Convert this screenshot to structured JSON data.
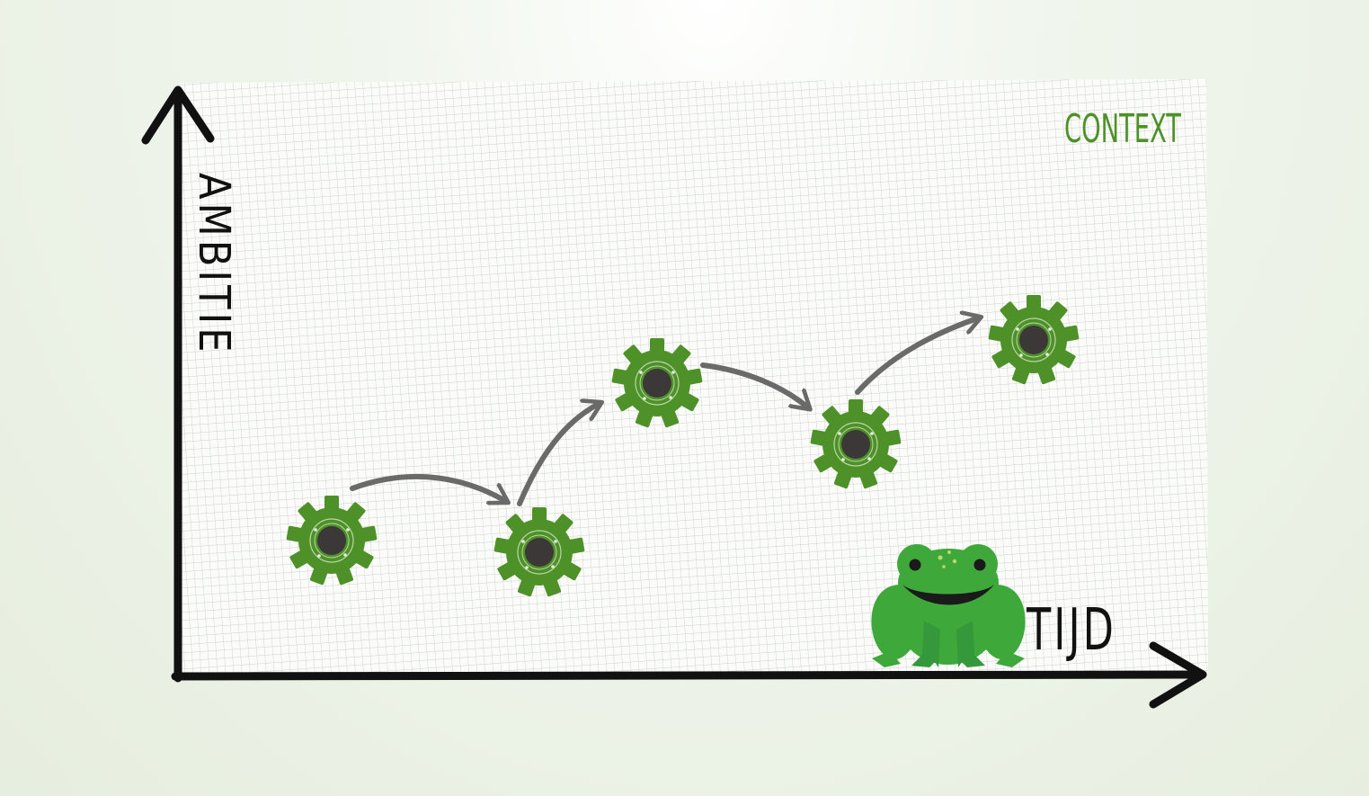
{
  "labels": {
    "y_axis": "AMBITIE",
    "x_axis": "TIJD",
    "corner": "CONTEXT"
  },
  "colors": {
    "gear": "#4f9129",
    "gear_hub": "#3c3838",
    "arrow": "#6a6a6a",
    "axis": "#111111",
    "context_text": "#4f9129",
    "frog": "#3fa83b",
    "frog_dark": "#2e8a2c",
    "grid_line": "#cfd3cc",
    "grid_bg": "#fbfcfa"
  },
  "icons": [
    "gear-icon",
    "frog-icon",
    "arrow-icon"
  ]
}
